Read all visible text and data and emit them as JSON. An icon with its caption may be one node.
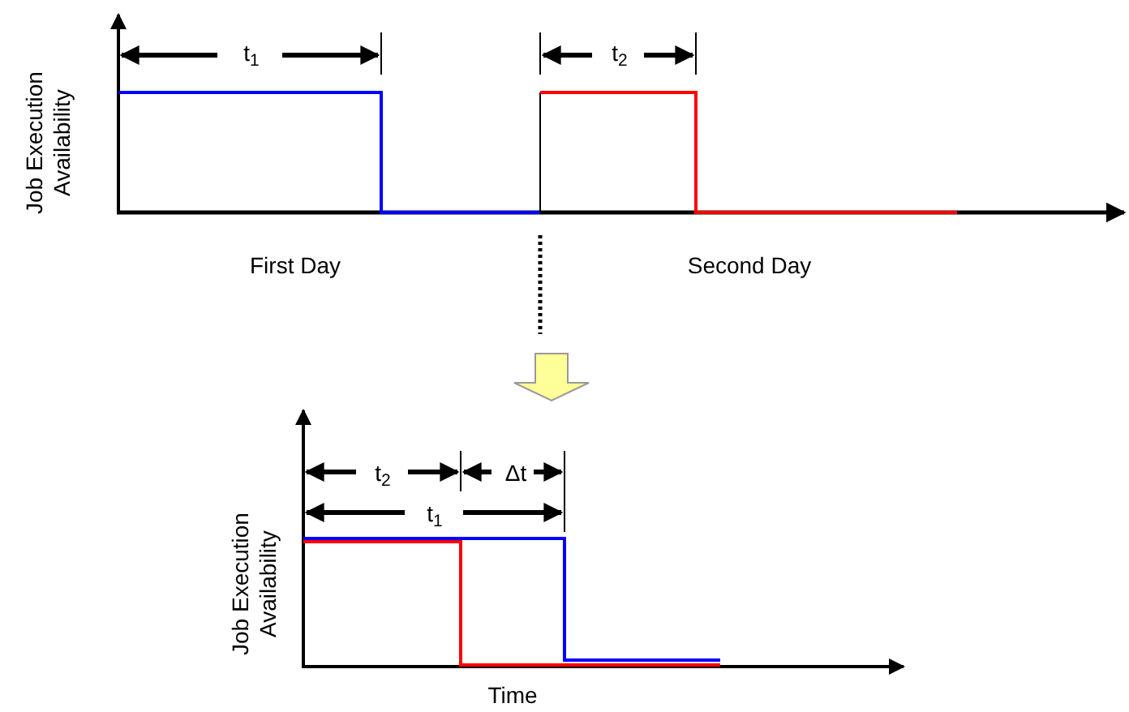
{
  "diagram": {
    "labels": [
      "Job Execution Availability",
      "t$_{1}$",
      "t$_{2}$",
      "First Day",
      "Second Day",
      "t$_{2}$",
      "Δt",
      "t$_{1}$",
      "Job Execution Availability",
      "Time"
    ]
  }
}
